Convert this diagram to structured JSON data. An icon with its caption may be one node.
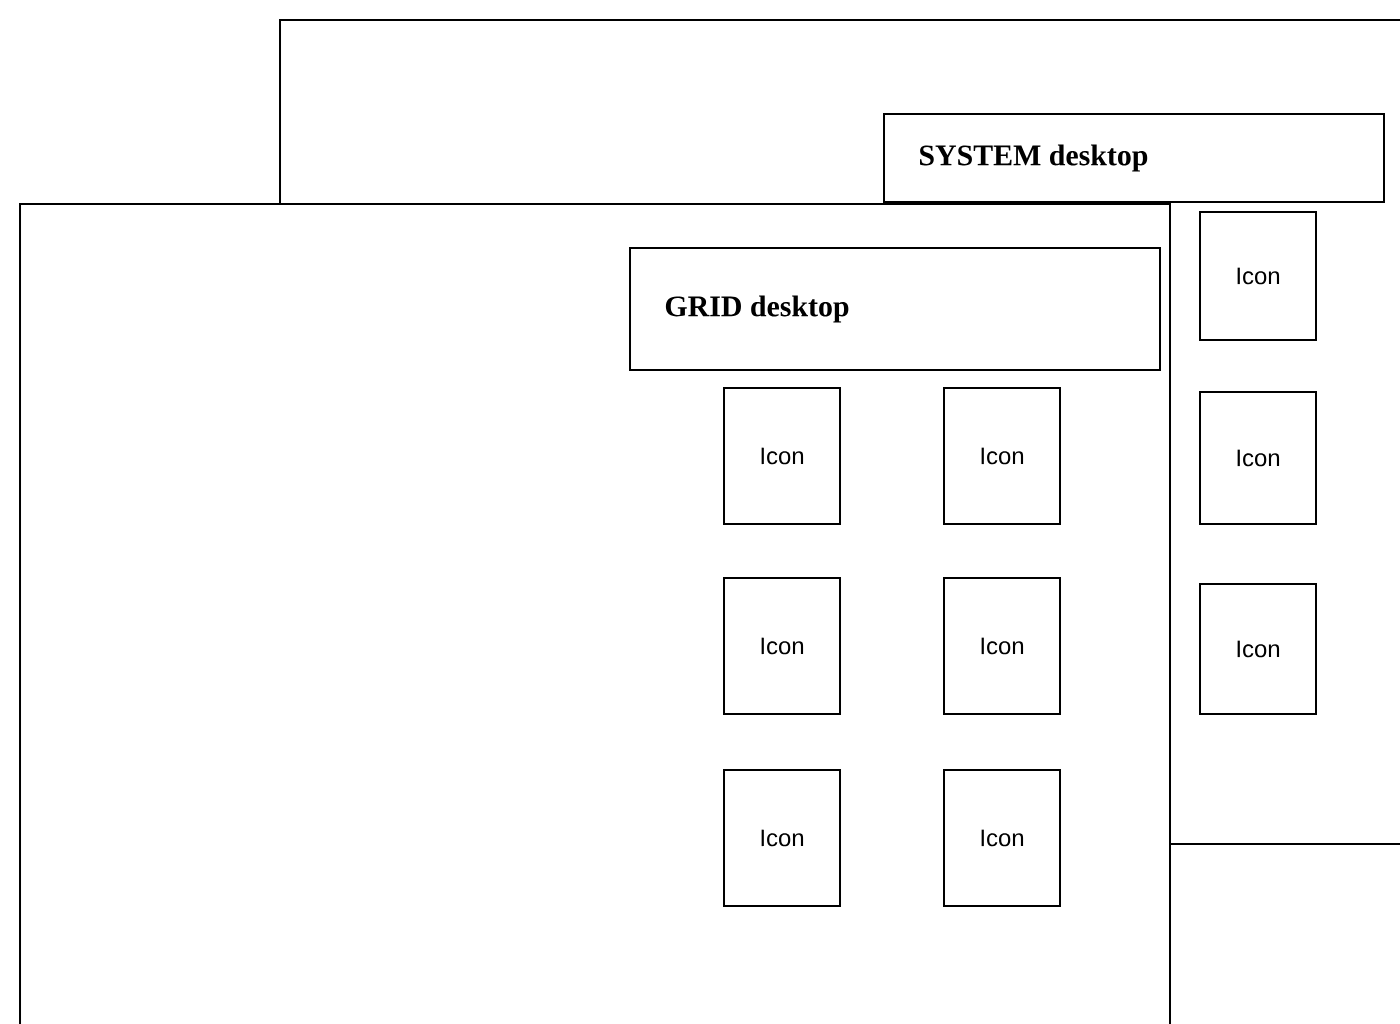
{
  "diagram": {
    "nodes": [
      {
        "text": [],
        "shape": "box"
      },
      {
        "text": [
          "SYSTEM desktop"
        ],
        "in": 0
      },
      {
        "text": [
          "Icon"
        ],
        "in": 0
      },
      {
        "text": [
          "Icon"
        ],
        "in": 0
      },
      {
        "text": [
          "Icon"
        ],
        "in": 0
      },
      {
        "text": [],
        "shape": "box"
      },
      {
        "text": [
          "GRID desktop"
        ]
      },
      {
        "text": [
          "Icon"
        ]
      },
      {
        "text": [
          "Icon"
        ]
      },
      {
        "text": [
          "Icon"
        ]
      },
      {
        "text": [
          "Icon"
        ]
      },
      {
        "text": [
          "Icon"
        ],
        "in": 5
      },
      {
        "text": [
          "Icon"
        ],
        "in": 5
      }
    ]
  }
}
